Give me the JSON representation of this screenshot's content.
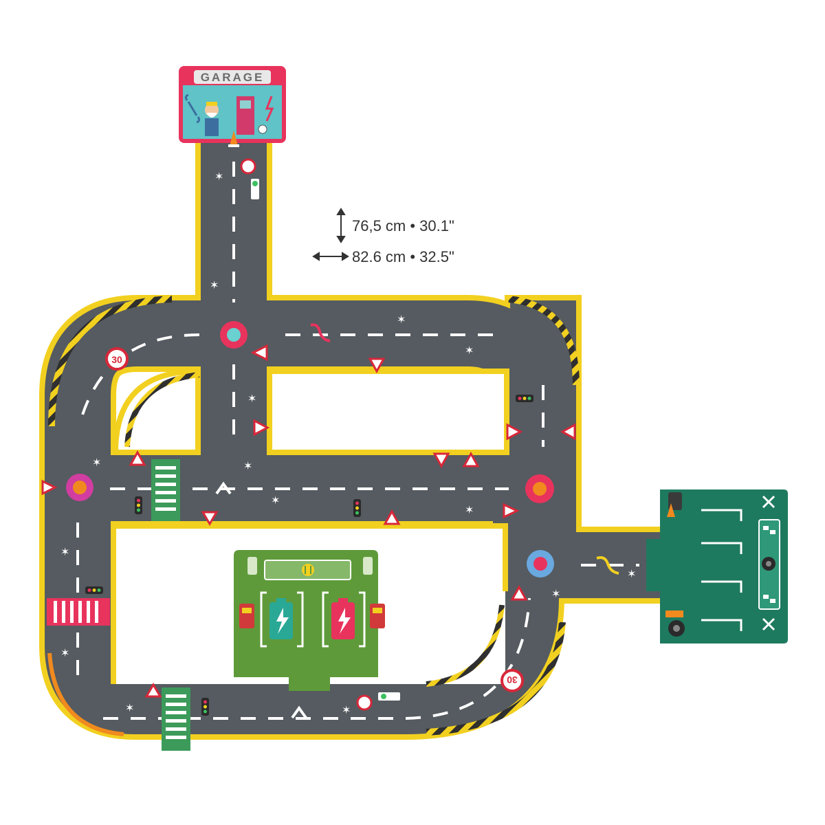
{
  "title": "",
  "garage": {
    "label": "GARAGE"
  },
  "dimensions": {
    "height_label": "76,5 cm • 30.1\"",
    "width_label": "82.6 cm • 32.5\""
  },
  "signs": {
    "speed_top": "30",
    "speed_bottom": "30"
  },
  "colors": {
    "road": "#555b60",
    "border": "#f2d020",
    "hazard": "#f08a1e",
    "garage_pink": "#e8335d",
    "garage_teal": "#5fc3c7",
    "charging_green": "#5e9a3a",
    "parking_green": "#1e7a5f",
    "line_white": "#ffffff"
  },
  "icons": [
    "garage-building",
    "mechanic-figure",
    "traffic-light-icon",
    "warning-triangle-icon",
    "speed-limit-sign-icon",
    "roundabout-icon",
    "charging-station-icon",
    "battery-icon",
    "checkered-flag-icon",
    "wrench-icon",
    "tire-icon",
    "traffic-cone-icon"
  ]
}
